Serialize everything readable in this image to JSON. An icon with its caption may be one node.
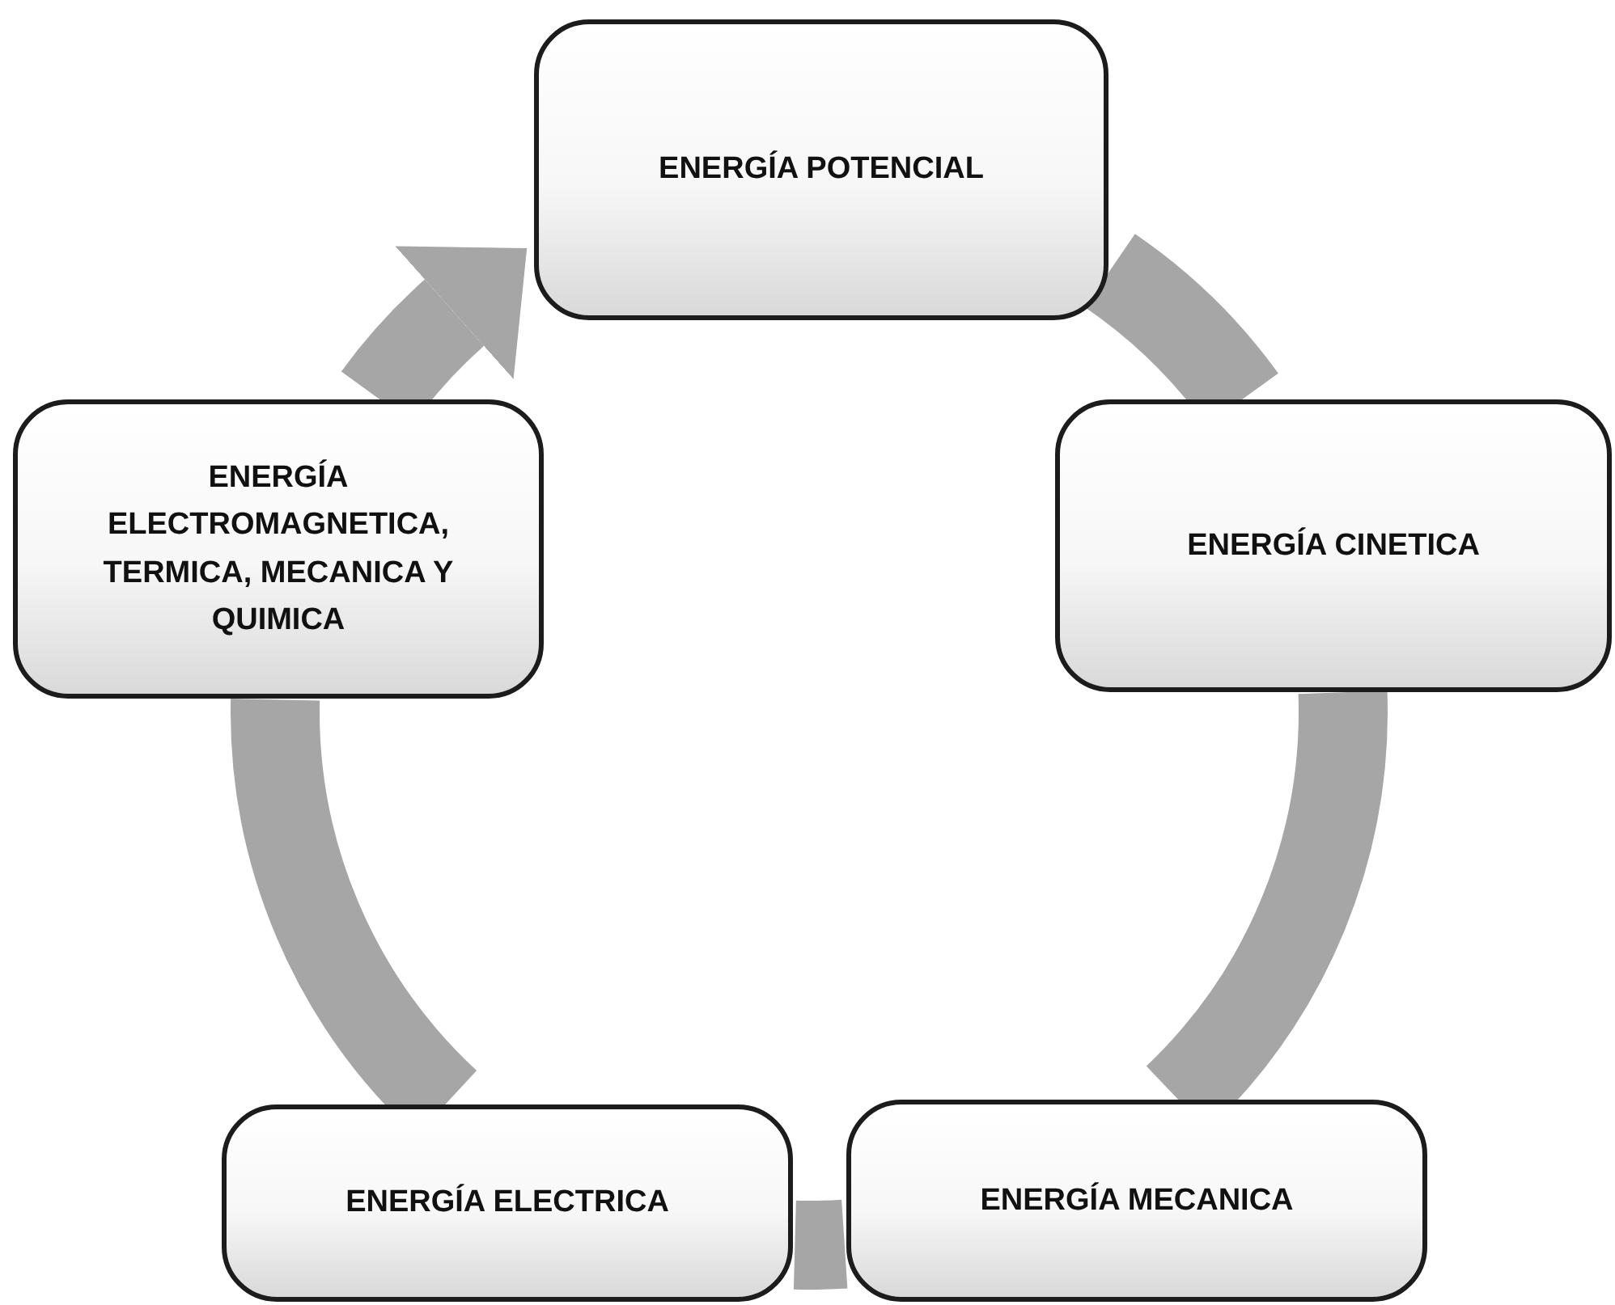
{
  "diagram": {
    "nodes": [
      {
        "text": [
          "ENERGÍA POTENCIAL"
        ]
      },
      {
        "text": [
          "ENERGÍA CINETICA"
        ]
      },
      {
        "text": [
          "ENERGÍA MECANICA"
        ]
      },
      {
        "text": [
          "ENERGÍA ELECTRICA"
        ]
      },
      {
        "text": [
          "ENERGÍA ELECTROMAGNETICA, TERMICA, MECANICA Y QUIMICA"
        ]
      }
    ],
    "edges": [
      {
        "from": 0,
        "to": 1,
        "arrow": "none"
      },
      {
        "from": 1,
        "to": 2,
        "arrow": "none"
      },
      {
        "from": 2,
        "to": 3,
        "arrow": "none"
      },
      {
        "from": 3,
        "to": 4,
        "arrow": "none"
      },
      {
        "from": 4,
        "to": 0,
        "arrow": "to"
      }
    ]
  }
}
